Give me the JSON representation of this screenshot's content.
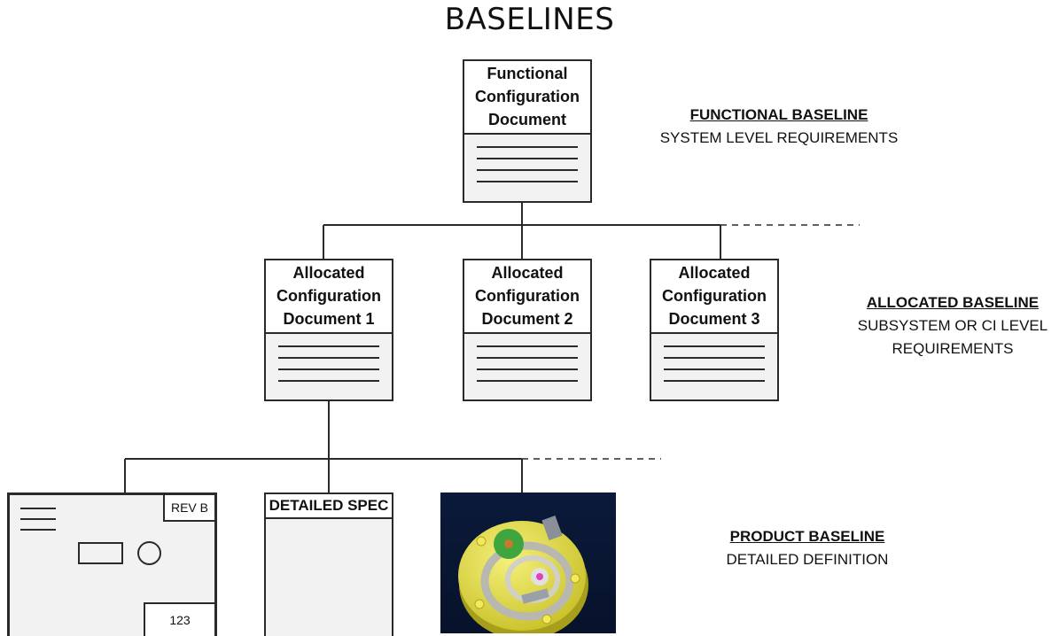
{
  "title": "BASELINES",
  "functional_doc": {
    "title": "Functional\nConfiguration\nDocument"
  },
  "allocated_docs": [
    {
      "title": "Allocated\nConfiguration\nDocument 1"
    },
    {
      "title": "Allocated\nConfiguration\nDocument 2"
    },
    {
      "title": "Allocated\nConfiguration\nDocument 3"
    }
  ],
  "functional_baseline": {
    "heading": "FUNCTIONAL BASELINE",
    "sub": "SYSTEM LEVEL REQUIREMENTS"
  },
  "allocated_baseline": {
    "heading": "ALLOCATED BASELINE",
    "sub": "SUBSYSTEM OR CI LEVEL\nREQUIREMENTS"
  },
  "product_baseline": {
    "heading": "PRODUCT BASELINE",
    "sub": "DETAILED DEFINITION"
  },
  "drawing": {
    "rev": "REV B",
    "number": "123"
  },
  "spec": {
    "title": "DETAILED SPEC"
  },
  "colors": {
    "stroke": "#2a2a2a",
    "render_bg": "#0b1a3a",
    "part_yellow": "#e8e04a",
    "gear_green": "#3fa63f"
  }
}
